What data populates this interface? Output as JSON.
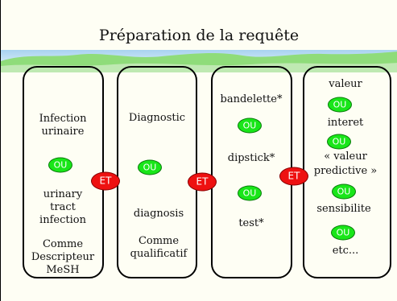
{
  "slide": {
    "title": "Préparation de la requête",
    "colors": {
      "or_bubble": "#19e619",
      "and_bubble": "#ee1111",
      "land": "#8fdc7a",
      "water": "#8fc3e8"
    },
    "columns": [
      {
        "lines": [
          "Infection",
          "urinaire",
          "urinary",
          "tract",
          "infection",
          "Comme",
          "Descripteur",
          "MeSH"
        ],
        "or_labels": [
          "OU"
        ]
      },
      {
        "lines": [
          "Diagnostic",
          "diagnosis",
          "Comme",
          "qualificatif"
        ],
        "or_labels": [
          "OU"
        ]
      },
      {
        "lines": [
          "bandelette*",
          "dipstick*",
          "test*"
        ],
        "or_labels": [
          "OU",
          "OU"
        ]
      },
      {
        "lines": [
          "valeur",
          "interet",
          "« valeur",
          "predictive »",
          "sensibilite",
          "etc..."
        ],
        "or_labels": [
          "OU",
          "OU",
          "OU",
          "OU"
        ]
      }
    ],
    "and_labels": [
      "ET",
      "ET",
      "ET"
    ]
  }
}
